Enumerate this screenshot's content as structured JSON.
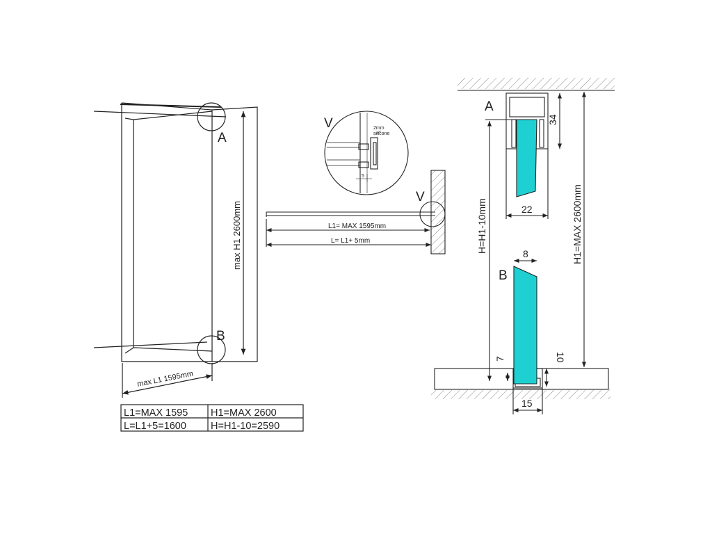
{
  "labels": {
    "detail_a": "A",
    "detail_b": "B",
    "detail_v": "V",
    "detail_v_marker": "V"
  },
  "front_view": {
    "height_dim": "max H1 2600mm",
    "width_dim": "max L1 1595mm"
  },
  "v_detail": {
    "silicone_label_line1": "2mm",
    "silicone_label_line2": "silicone",
    "gap_dim": "5"
  },
  "plan_view": {
    "l1_dim": "L1= MAX 1595mm",
    "l_dim": "L= L1+ 5mm"
  },
  "section_view": {
    "profile_height": "34",
    "profile_width": "22",
    "glass_height": "H=H1-10mm",
    "total_height": "H1=MAX 2600mm",
    "glass_thickness": "8",
    "bottom_gap": "7",
    "channel_depth": "10",
    "channel_width": "15"
  },
  "table": {
    "rows": [
      [
        "L1=MAX 1595",
        "H1=MAX 2600"
      ],
      [
        "L=L1+5=1600",
        "H=H1-10=2590"
      ]
    ]
  },
  "colors": {
    "glass": "#1fd0d2",
    "line": "#222222"
  }
}
